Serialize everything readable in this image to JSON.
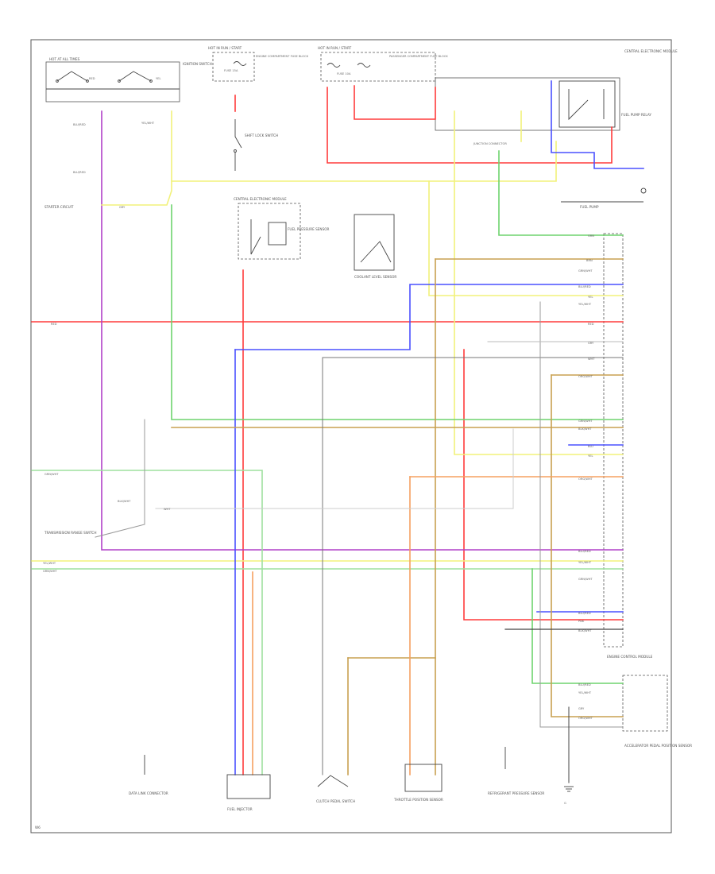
{
  "colors": {
    "red": "#ff3b3b",
    "purple": "#b040c8",
    "yellow": "#f2f27a",
    "green": "#6ed36e",
    "blue": "#4a50ff",
    "orange": "#f5a060",
    "tan": "#c8a050",
    "gray": "#999999",
    "black": "#444444",
    "lightgreen": "#9ee09e",
    "border": "#555555"
  },
  "labels": {
    "hot_at_all_times": "HOT AT ALL TIMES",
    "hot_in_run_start": "HOT IN RUN / START",
    "hot_in_run_start_2": "HOT IN RUN / START",
    "ignition_switch": "IGNITION SWITCH",
    "engine_compartment_fuse_block": "ENGINE COMPARTMENT FUSE BLOCK",
    "passenger_compartment_fuse_block": "PASSENGER COMPARTMENT FUSE BLOCK",
    "central_electronic_module": "CENTRAL ELECTRONIC MODULE",
    "fuel_pump_relay": "FUEL PUMP RELAY",
    "fuel_pump": "FUEL PUMP",
    "junction_connector": "JUNCTION CONNECTOR",
    "shift_lock_switch": "SHIFT LOCK SWITCH",
    "central_electronic_module_2": "CENTRAL ELECTRONIC MODULE",
    "fuel_pressure_sensor": "FUEL PRESSURE SENSOR",
    "coolant_level_sensor": "COOLANT LEVEL SENSOR",
    "starter_circuit": "STARTER CIRCUIT",
    "transmission_range_switch": "TRANSMISSION RANGE SWITCH",
    "data_link_connector": "DATA LINK CONNECTOR",
    "fuel_injector": "FUEL INJECTOR",
    "clutch_pedal_switch": "CLUTCH PEDAL SWITCH",
    "throttle_position_sensor": "THROTTLE POSITION SENSOR",
    "refrigerant_pressure_sensor": "REFRIGERANT PRESSURE SENSOR",
    "engine_control_module": "ENGINE CONTROL MODULE",
    "accelerator_pedal_position_sensor": "ACCELERATOR PEDAL POSITION SENSOR",
    "fuse_15a": "FUSE 15A",
    "fuse_10a": "FUSE 10A",
    "wire_red": "RED",
    "wire_blu_red": "BLU/RED",
    "wire_yel_wht": "YEL/WHT",
    "wire_grn_wht": "GRN/WHT",
    "wire_blk_wht": "BLK/WHT",
    "wire_gry": "GRY",
    "wire_brn": "BRN",
    "wire_grn": "GRN",
    "wire_wht": "WHT",
    "wire_yel": "YEL",
    "wire_org_wht": "ORG/WHT",
    "wire_blu": "BLU",
    "wire_pnk": "PNK",
    "gnd_label": "G",
    "footer_code": "W6"
  }
}
